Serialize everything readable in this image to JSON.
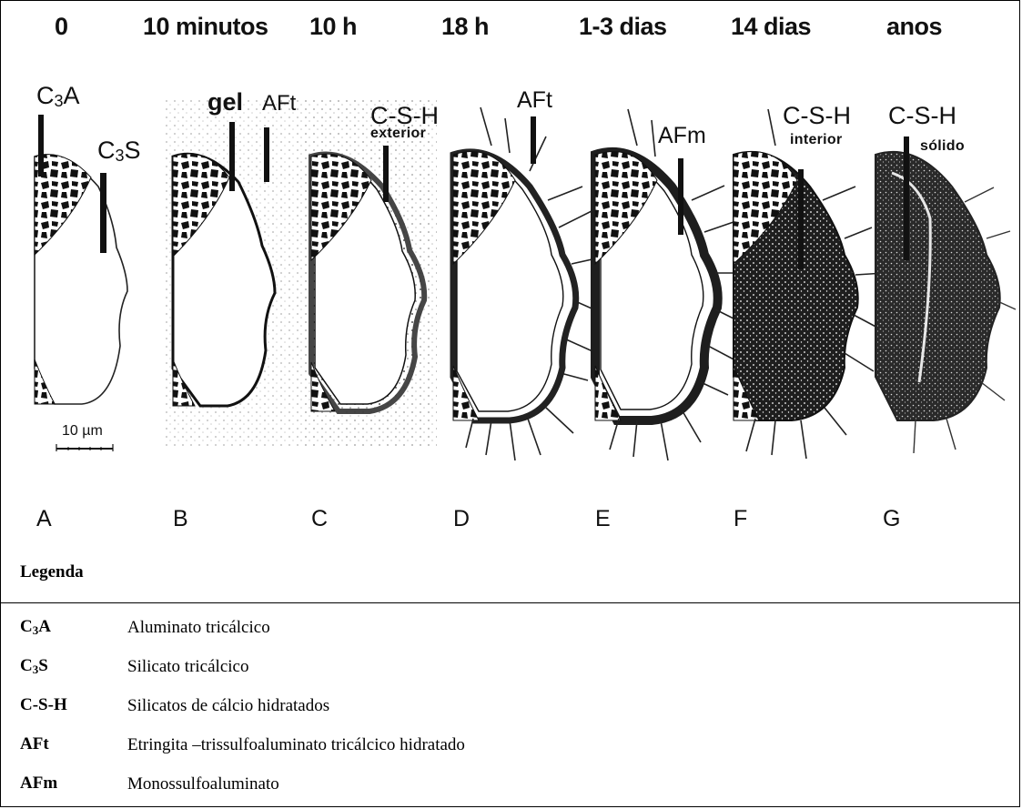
{
  "times": [
    "0",
    "10 minutos",
    "10 h",
    "18 h",
    "1-3 dias",
    "14 dias",
    "anos"
  ],
  "stages": [
    "A",
    "B",
    "C",
    "D",
    "E",
    "F",
    "G"
  ],
  "labels": {
    "c3a": {
      "base": "C",
      "sub": "3",
      "tail": "A"
    },
    "c3s": {
      "base": "C",
      "sub": "3",
      "tail": "S"
    },
    "gel": "gel",
    "aft_b": "AFt",
    "csh_c": "C-S-H",
    "exterior": "exterior",
    "aft_d": "AFt",
    "afm": "AFm",
    "csh_f": "C-S-H",
    "interior": "interior",
    "csh_g": "C-S-H",
    "solido": "sólido"
  },
  "scale_bar": "10 µm",
  "legend": {
    "title": "Legenda",
    "rows": [
      {
        "abbr_base": "C",
        "abbr_sub": "3",
        "abbr_tail": "A",
        "desc": "Aluminato tricálcico"
      },
      {
        "abbr_base": "C",
        "abbr_sub": "3",
        "abbr_tail": "S",
        "desc": "Silicato tricálcico"
      },
      {
        "abbr_base": "C-S-H",
        "abbr_sub": "",
        "abbr_tail": "",
        "desc": "Silicatos de cálcio hidratados"
      },
      {
        "abbr_base": "AFt",
        "abbr_sub": "",
        "abbr_tail": "",
        "desc": "Etringita –trissulfoaluminato tricálcico hidratado"
      },
      {
        "abbr_base": "AFm",
        "abbr_sub": "",
        "abbr_tail": "",
        "desc": "Monossulfoaluminato"
      }
    ]
  },
  "colors": {
    "ink": "#111111",
    "paper": "#ffffff",
    "shade": "#2a2a2a"
  }
}
